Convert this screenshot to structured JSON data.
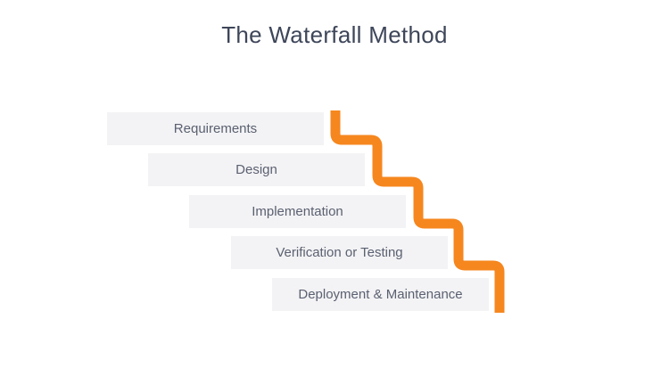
{
  "title": "The Waterfall Method",
  "steps": [
    {
      "label": "Requirements"
    },
    {
      "label": "Design"
    },
    {
      "label": "Implementation"
    },
    {
      "label": "Verification or Testing"
    },
    {
      "label": "Deployment & Maintenance"
    }
  ],
  "colors": {
    "accent": "#F6861E",
    "step_background": "#F3F3F5",
    "step_text": "#5B6170",
    "title_text": "#3E4659"
  }
}
